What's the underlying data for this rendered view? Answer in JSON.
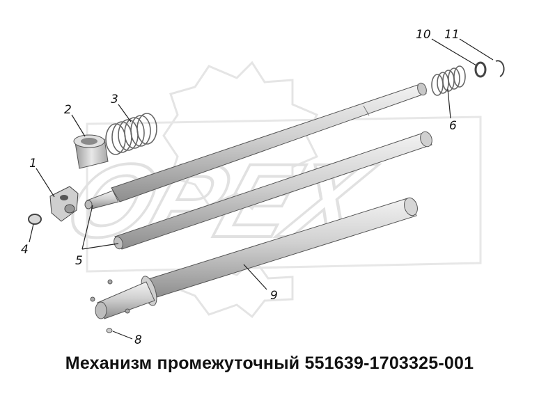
{
  "caption": "Механизм промежуточный 551639-1703325-001",
  "watermark": {
    "text": "OPEX",
    "color": "#c9c9c9"
  },
  "callouts": [
    "1",
    "2",
    "3",
    "4",
    "5",
    "6",
    "8",
    "9",
    "10",
    "11"
  ],
  "colors": {
    "part_light": "#e6e6e6",
    "part_mid": "#bdbdbd",
    "part_dark": "#8a8a8a",
    "line": "#333333"
  }
}
